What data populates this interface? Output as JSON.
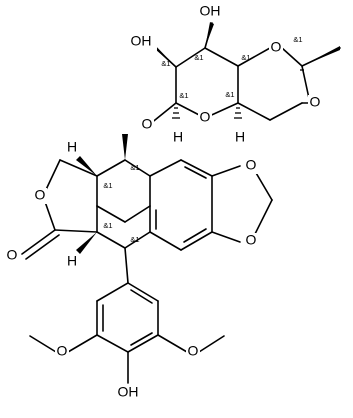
{
  "molecule": {
    "atoms": {
      "oh_top1": "OH",
      "oh_top2": "OH",
      "o_dioxane1": "O",
      "o_dioxane2": "O",
      "o_sugar_ring": "O",
      "o_glycoside": "O",
      "o_lactone_ring": "O",
      "o_carbonyl": "O",
      "o_dioxole1": "O",
      "o_dioxole2": "O",
      "o_methoxy1": "O",
      "o_methoxy2": "O",
      "oh_phenol": "OH",
      "h_sugar1": "H",
      "h_sugar2": "H",
      "h_ring1": "H",
      "h_ring2": "H"
    },
    "stereo_label": "&1"
  }
}
